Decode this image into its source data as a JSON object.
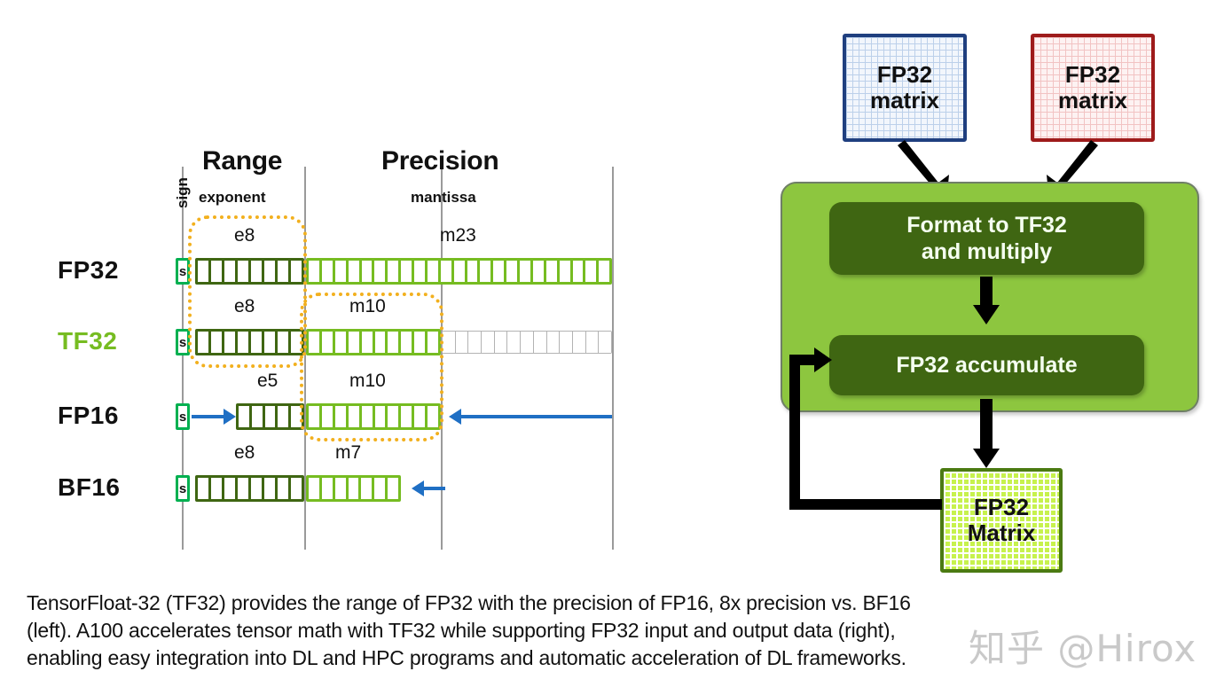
{
  "format_table": {
    "sign_label": "sign",
    "columns": [
      {
        "title": "Range",
        "sub": "exponent"
      },
      {
        "title": "Precision",
        "sub": "mantissa"
      }
    ],
    "rows": [
      {
        "name": "FP32",
        "name_color": "#111111",
        "sign_bit": "s",
        "exponent_note": "e8",
        "exponent_bits": 8,
        "mantissa_note": "m23",
        "mantissa_bits": 23,
        "unused_bits": 0
      },
      {
        "name": "TF32",
        "name_color": "#76bc21",
        "sign_bit": "s",
        "exponent_note": "e8",
        "exponent_bits": 8,
        "mantissa_note": "m10",
        "mantissa_bits": 10,
        "unused_bits": 13
      },
      {
        "name": "FP16",
        "name_color": "#111111",
        "sign_bit": "s",
        "exponent_note": "e5",
        "exponent_bits": 5,
        "mantissa_note": "m10",
        "mantissa_bits": 10,
        "unused_bits": 0
      },
      {
        "name": "BF16",
        "name_color": "#111111",
        "sign_bit": "s",
        "exponent_note": "e8",
        "exponent_bits": 8,
        "mantissa_note": "m7",
        "mantissa_bits": 7,
        "unused_bits": 0
      }
    ],
    "highlights": [
      {
        "name": "range-highlight-capsule"
      },
      {
        "name": "precision-highlight-capsule"
      }
    ],
    "colors": {
      "exponent": "#3f6612",
      "mantissa": "#76bc21",
      "sign": "#00b050",
      "unused": "#b3b3b3",
      "highlight": "#f2b01e",
      "arrow": "#1f6fc4",
      "gridline": "#9a9a9a"
    }
  },
  "dataflow": {
    "input_left": {
      "line1": "FP32",
      "line2": "matrix"
    },
    "input_right": {
      "line1": "FP32",
      "line2": "matrix"
    },
    "stage_multiply": "Format to TF32 and multiply",
    "stage_multiply_line1": "Format to TF32",
    "stage_multiply_line2": "and multiply",
    "stage_accumulate": "FP32 accumulate",
    "output": {
      "line1": "FP32",
      "line2": "Matrix"
    },
    "colors": {
      "panel": "#8dc63f",
      "stage": "#3f6612",
      "input_left_border": "#1f3f7f",
      "input_right_border": "#9e1b1b",
      "output_border": "#4b7a12"
    }
  },
  "caption": {
    "line1": "TensorFloat-32 (TF32) provides the range of FP32 with the precision of FP16, 8x precision vs. BF16",
    "line2": "(left). A100 accelerates tensor math with TF32 while supporting FP32 input and output data (right),",
    "line3": "enabling easy integration into DL and HPC programs and automatic acceleration of DL frameworks."
  },
  "watermark": {
    "text": "知乎 @Hirox"
  }
}
